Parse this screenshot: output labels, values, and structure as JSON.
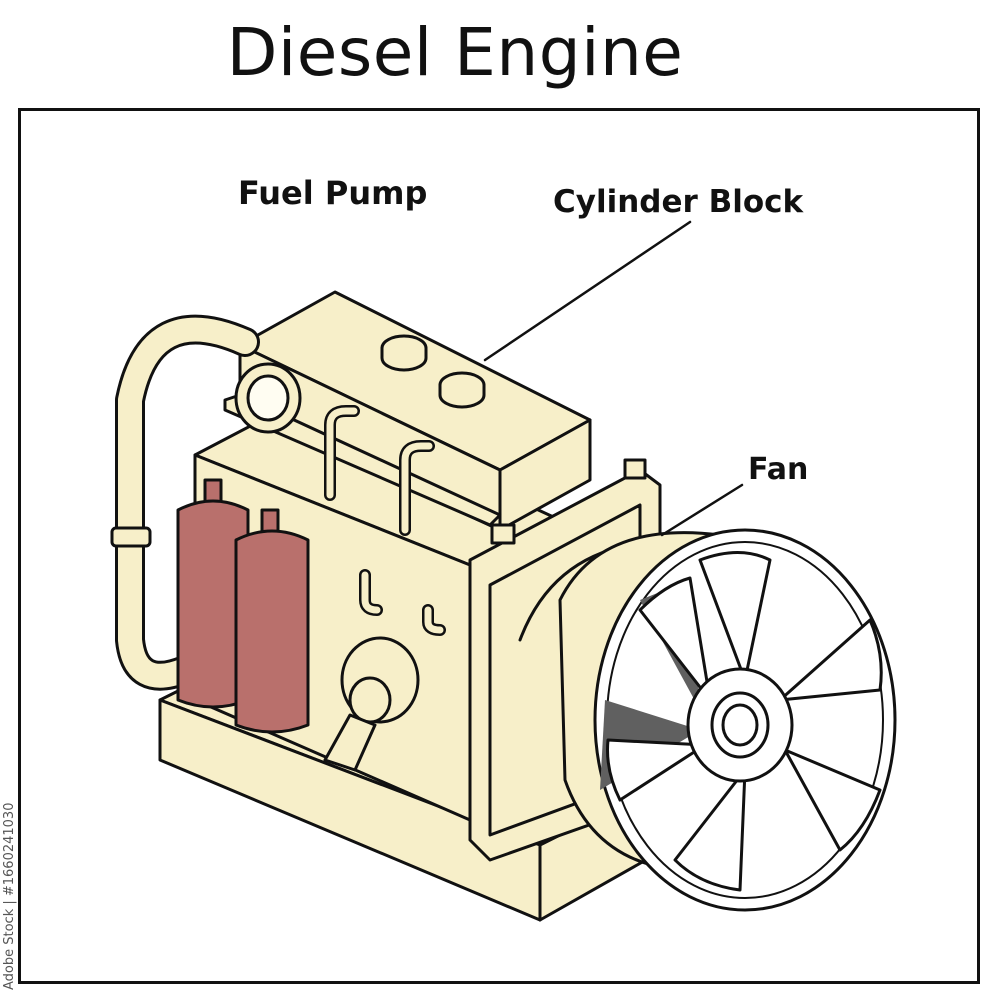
{
  "title": "Diesel Engine",
  "labels": {
    "fuel_pump": "Fuel Pump",
    "cylinder_block": "Cylinder Block",
    "fan": "Fan"
  },
  "side_watermark": "Adobe Stock | #1660241030",
  "colors": {
    "engine_body": "#f7efc9",
    "fuel_cylinders": "#b9706c",
    "fan_shadow": "#606060",
    "outline": "#111111"
  }
}
